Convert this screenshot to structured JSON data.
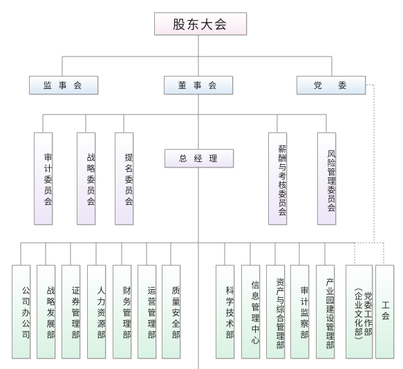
{
  "top": {
    "label": "股东大会"
  },
  "level2": {
    "supervisory": "监 事 会",
    "board": "董 事 会",
    "party": "党   委"
  },
  "committees": {
    "audit": "审计委员会",
    "strategy": "战略委员会",
    "nomination": "提名委员会",
    "compensation": "薪酬与考核委员会",
    "risk": "风险管理委员会"
  },
  "gm": {
    "label": "总 经 理"
  },
  "departments_left": [
    "公司办公司",
    "战略发展部",
    "证券管理部",
    "人力资源部",
    "财务管理部",
    "运营管理部",
    "质量安全部"
  ],
  "departments_right": [
    "科学技术部",
    "信息管理中心",
    "资产与综合管理部",
    "审计监察部",
    "产业园建设管理部"
  ],
  "party_units": {
    "party_work_line1": "党委工作部",
    "party_work_line2": "（企业文化部）",
    "union": "工会"
  }
}
